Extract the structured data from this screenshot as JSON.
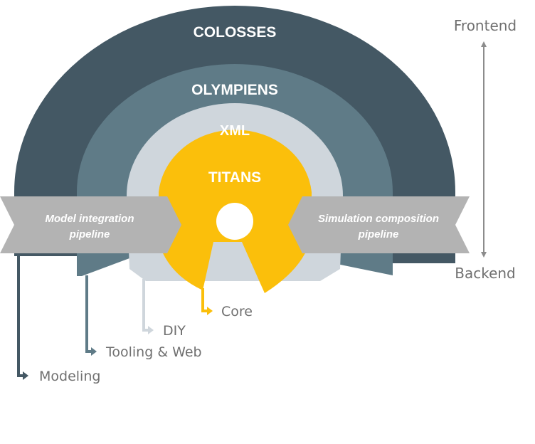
{
  "rings": {
    "outer": {
      "label": "COLOSSES",
      "color": "#445864"
    },
    "second": {
      "label": "OLYMPIENS",
      "color": "#5f7b87"
    },
    "third": {
      "label": "XML",
      "color": "#cfd6dc",
      "label_color": "#5f7b87"
    },
    "core": {
      "label": "TITANS",
      "color": "#fbbf0b"
    }
  },
  "pipelines": {
    "left": {
      "line1": "Model integration",
      "line2": "pipeline",
      "color": "#b3b3b3"
    },
    "right": {
      "line1": "Simulation composition",
      "line2": "pipeline",
      "color": "#b3b3b3"
    }
  },
  "layers": {
    "core": {
      "label": "Core",
      "color": "#fbbf0b"
    },
    "diy": {
      "label": "DIY",
      "color": "#cfd6dc"
    },
    "tooling": {
      "label": "Tooling & Web",
      "color": "#5f7b87"
    },
    "modeling": {
      "label": "Modeling",
      "color": "#445864"
    }
  },
  "axis": {
    "top": "Frontend",
    "bottom": "Backend",
    "color": "#8c8c8c"
  }
}
